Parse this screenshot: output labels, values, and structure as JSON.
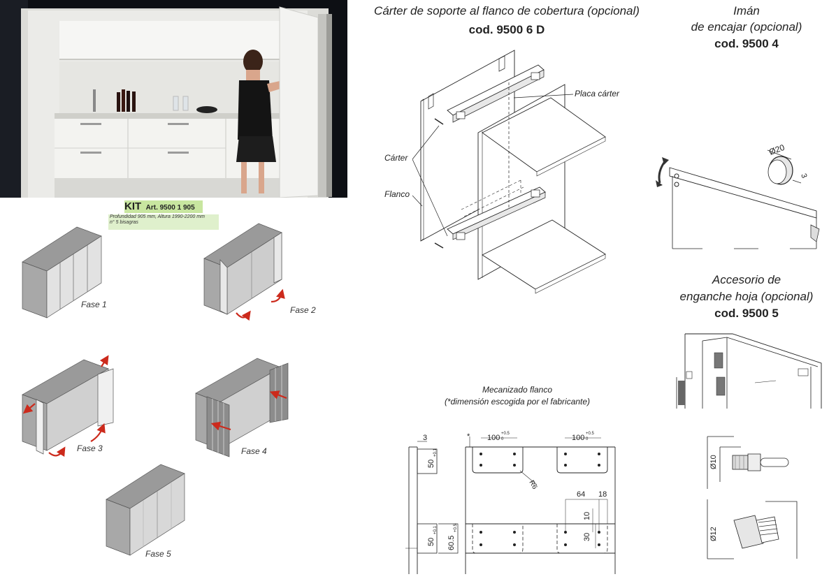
{
  "photo": {
    "scene": "kitchen-cabinet-photo"
  },
  "kit": {
    "label": "KIT",
    "art": "Art. 9500 1 905",
    "desc1": "Profundidad 905 mm, Altura 1990-2200 mm",
    "desc2": "n° 5 bisagras",
    "badge_color": "#c8e6a0"
  },
  "phases": [
    {
      "label": "Fase 1"
    },
    {
      "label": "Fase 2"
    },
    {
      "label": "Fase 3"
    },
    {
      "label": "Fase 4"
    },
    {
      "label": "Fase 5"
    }
  ],
  "carter": {
    "title": "Cárter de soporte al flanco de cobertura (opcional)",
    "code": "cod. 9500 6 D",
    "labels": {
      "placa": "Placa cárter",
      "carter": "Cárter",
      "flanco": "Flanco"
    }
  },
  "iman": {
    "title1": "Imán",
    "title2": "de encajar (opcional)",
    "code": "cod. 9500 4",
    "dim_diam": "Ø20",
    "dim_depth": "3"
  },
  "accesorio": {
    "title1": "Accesorio de",
    "title2": "enganche hoja (opcional)",
    "code": "cod. 9500 5",
    "dim_a": "Ø10",
    "dim_b": "Ø12"
  },
  "mecanizado": {
    "title": "Mecanizado flanco",
    "subtitle": "(*dimensión escogida por el fabricante)",
    "dims": {
      "d3": "3",
      "star": "*",
      "w100a": "100",
      "w100b": "100",
      "tol": "+0.5",
      "tol0": "0",
      "h50a": "50",
      "h50b": "50",
      "tol01": "+0.1",
      "h605": "60.5",
      "tol05": "+0.5",
      "r6": "R6",
      "d64": "64",
      "d18": "18",
      "d10": "10",
      "d30": "30"
    }
  },
  "colors": {
    "red_arrow": "#cc2a1c",
    "panel_grey": "#b8b8b8",
    "panel_dark": "#9a9a9a",
    "panel_light": "#e2e2e2"
  }
}
